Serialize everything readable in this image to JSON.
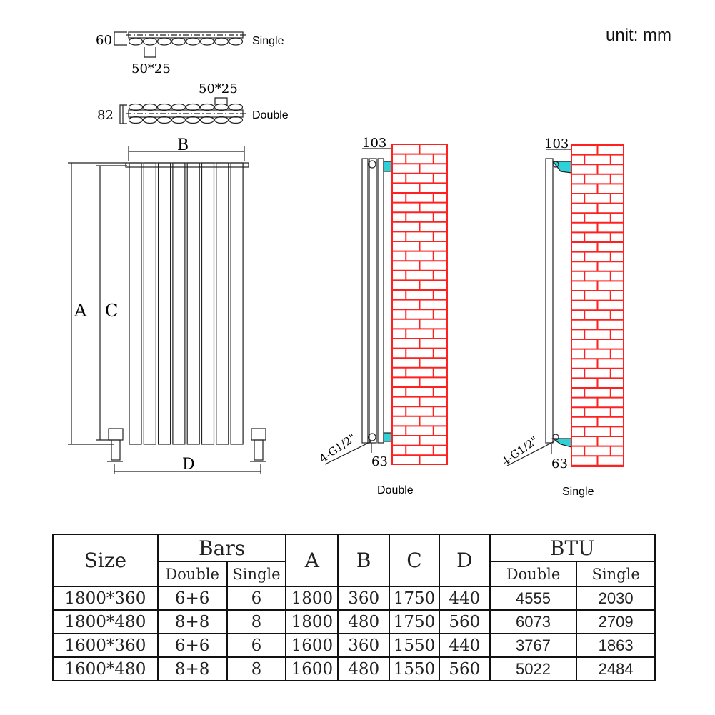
{
  "unit_label": "unit: mm",
  "top_views": {
    "single": {
      "depth": "60",
      "tube": "50*25",
      "label": "Single"
    },
    "double": {
      "depth": "82",
      "tube": "50*25",
      "label": "Double"
    }
  },
  "front_view": {
    "dim_a": "A",
    "dim_b": "B",
    "dim_c": "C",
    "dim_d": "D"
  },
  "side_views": {
    "double": {
      "depth": "103",
      "offset": "63",
      "thread": "4-G1/2\"",
      "caption": "Double"
    },
    "single": {
      "depth": "103",
      "offset": "63",
      "thread": "4-G1/2\"",
      "caption": "Single"
    }
  },
  "colors": {
    "brick": "#ff2020",
    "pipe": "#30d0d8",
    "line": "#222222"
  },
  "table": {
    "headers": {
      "size": "Size",
      "bars": "Bars",
      "a": "A",
      "b": "B",
      "c": "C",
      "d": "D",
      "btu": "BTU",
      "double": "Double",
      "single": "Single"
    },
    "rows": [
      {
        "size": "1800*360",
        "bars_double": "6+6",
        "bars_single": "6",
        "a": "1800",
        "b": "360",
        "c": "1750",
        "d": "440",
        "btu_double": "4555",
        "btu_single": "2030"
      },
      {
        "size": "1800*480",
        "bars_double": "8+8",
        "bars_single": "8",
        "a": "1800",
        "b": "480",
        "c": "1750",
        "d": "560",
        "btu_double": "6073",
        "btu_single": "2709"
      },
      {
        "size": "1600*360",
        "bars_double": "6+6",
        "bars_single": "6",
        "a": "1600",
        "b": "360",
        "c": "1550",
        "d": "440",
        "btu_double": "3767",
        "btu_single": "1863"
      },
      {
        "size": "1600*480",
        "bars_double": "8+8",
        "bars_single": "8",
        "a": "1600",
        "b": "480",
        "c": "1550",
        "d": "560",
        "btu_double": "5022",
        "btu_single": "2484"
      }
    ]
  }
}
